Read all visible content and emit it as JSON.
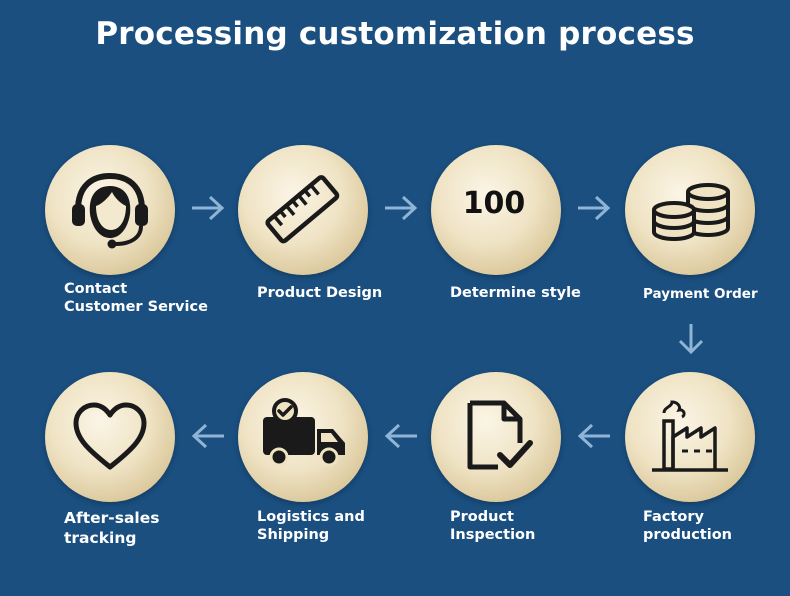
{
  "title": "Processing customization process",
  "steps": [
    {
      "lines": [
        "Contact",
        "Customer Service"
      ],
      "icon": "headset-icon"
    },
    {
      "lines": [
        "Product Design"
      ],
      "icon": "ruler-icon"
    },
    {
      "lines": [
        "Determine style"
      ],
      "icon": "number-badge",
      "number": "100"
    },
    {
      "lines": [
        "Payment Order"
      ],
      "icon": "coins-icon"
    },
    {
      "lines": [
        "Factory",
        "production"
      ],
      "icon": "factory-icon"
    },
    {
      "lines": [
        "Product",
        "Inspection"
      ],
      "icon": "document-check-icon"
    },
    {
      "lines": [
        "Logistics and",
        "Shipping"
      ],
      "icon": "truck-icon"
    },
    {
      "lines": [
        "After-sales",
        "tracking"
      ],
      "icon": "heart-icon"
    }
  ],
  "colors": {
    "background": "#1a4f80",
    "circle": "#efe3c4",
    "icon": "#1a1a1a",
    "arrow": "#8fb4d6",
    "text": "#ffffff"
  }
}
